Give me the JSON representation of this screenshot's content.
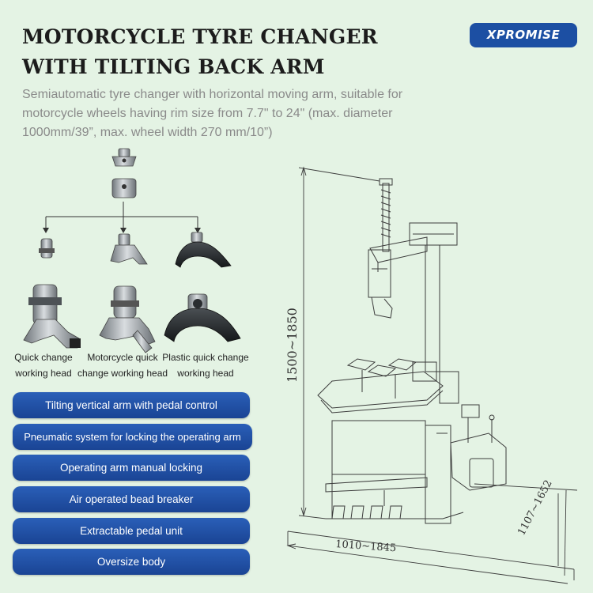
{
  "title": "MOTORCYCLE TYRE CHANGER WITH TILTING BACK ARM",
  "brand": "XPROMISE",
  "description": "Semiautomatic tyre changer with horizontal moving arm, suitable for motorcycle wheels having rim size from 7.7\" to 24\"  (max. diameter 1000mm/39”, max. wheel width 270 mm/10”)",
  "heads": [
    {
      "caption_line1": "Quick change",
      "caption_line2": "working head"
    },
    {
      "caption_line1": "Motorcycle quick",
      "caption_line2": "change working head"
    },
    {
      "caption_line1": "Plastic quick change",
      "caption_line2": "working head"
    }
  ],
  "features": [
    "Tilting vertical arm with pedal control",
    "Pneumatic system for locking the operating arm",
    "Operating arm manual locking",
    "Air operated bead breaker",
    "Extractable pedal unit",
    "Oversize body"
  ],
  "dimensions": {
    "height": "1500~1850",
    "width": "1010~1845",
    "depth": "1107~1652"
  },
  "colors": {
    "background": "#e4f3e4",
    "pill": "#1c4fa3",
    "brand": "#1c4fa3"
  }
}
